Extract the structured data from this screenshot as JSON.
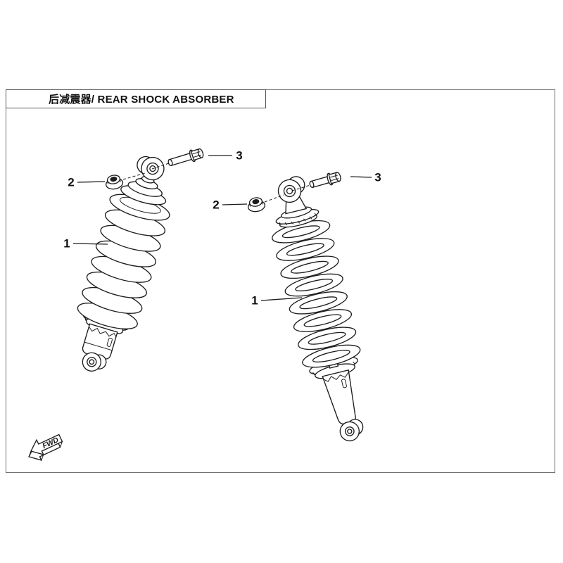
{
  "title_block": {
    "title": "后减震器/ REAR SHOCK ABSORBER"
  },
  "callouts": {
    "left_shock": {
      "part1": "1",
      "part2": "2",
      "part3": "3"
    },
    "right_shock": {
      "part1": "1",
      "part2": "2",
      "part3": "3"
    }
  },
  "direction_arrow": {
    "label": "FWD"
  },
  "colors": {
    "background": "#ffffff",
    "line_art": "#1d1d1d",
    "frame_border": "#6e6e6e"
  }
}
